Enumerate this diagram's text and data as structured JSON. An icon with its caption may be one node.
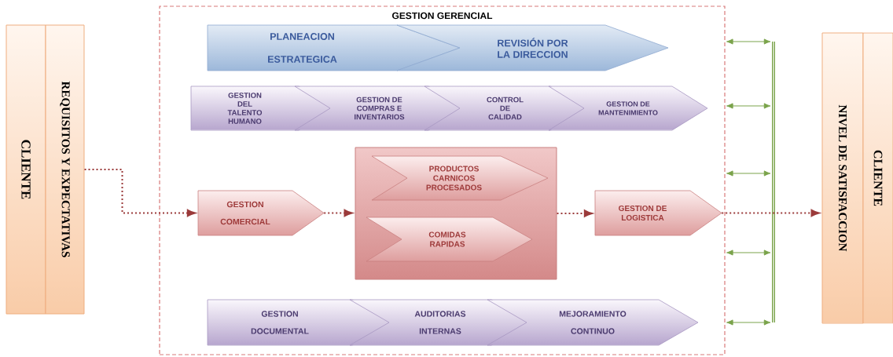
{
  "diagram": {
    "nodes": [
      {
        "text": [
          "CLIENTE"
        ]
      },
      {
        "text": [
          "REQUISITOS Y EXPECTATIVAS"
        ]
      },
      {
        "text": [
          "GESTION GERENCIAL"
        ]
      },
      {
        "text": [
          "PLANEACION ESTRATEGICA"
        ],
        "in": 2
      },
      {
        "text": [
          "REVISIÓN POR LA DIRECCION"
        ],
        "in": 2
      },
      {
        "text": [
          "GESTION DEL TALENTO HUMANO"
        ],
        "in": 2
      },
      {
        "text": [
          "GESTION DE COMPRAS E INVENTARIOS"
        ],
        "in": 2
      },
      {
        "text": [
          "CONTROL DE CALIDAD"
        ],
        "in": 2
      },
      {
        "text": [
          "GESTION DE MANTENIMIENTO"
        ],
        "in": 2
      },
      {
        "text": [
          "GESTION COMERCIAL"
        ],
        "in": 2
      },
      {
        "text": [],
        "shape": "box",
        "in": 2
      },
      {
        "text": [
          "PRODUCTOS CARNICOS PROCESADOS"
        ],
        "in": 10
      },
      {
        "text": [
          "COMIDAS RAPIDAS"
        ],
        "in": 10
      },
      {
        "text": [
          "GESTION DE LOGISTICA"
        ],
        "in": 2
      },
      {
        "text": [
          "GESTION DOCUMENTAL"
        ],
        "in": 2
      },
      {
        "text": [
          "AUDITORIAS INTERNAS"
        ],
        "in": 2
      },
      {
        "text": [
          "MEJORAMIENTO CONTINUO"
        ],
        "in": 2
      },
      {
        "text": [],
        "shape": "bar"
      },
      {
        "text": [
          "NIVEL DE SATISFACCION"
        ]
      },
      {
        "text": [
          "CLIENTE"
        ]
      }
    ],
    "edges": [
      {
        "from": 1,
        "to": 9,
        "arrow": "to",
        "style": "dashed",
        "color": "#9b3b3b"
      },
      {
        "from": 9,
        "to": 10,
        "arrow": "to",
        "style": "dashed",
        "color": "#9b3b3b"
      },
      {
        "from": 10,
        "to": 13,
        "arrow": "to",
        "style": "dashed",
        "color": "#9b3b3b"
      },
      {
        "from": 13,
        "to": 18,
        "arrow": "to",
        "style": "dashed",
        "color": "#9b3b3b"
      },
      {
        "from": 2,
        "to": 17,
        "arrow": "both"
      },
      {
        "from": 2,
        "to": 17,
        "arrow": "both"
      },
      {
        "from": 2,
        "to": 17,
        "arrow": "both"
      },
      {
        "from": 2,
        "to": 17,
        "arrow": "both"
      },
      {
        "from": 2,
        "to": 17,
        "arrow": "both"
      }
    ]
  }
}
